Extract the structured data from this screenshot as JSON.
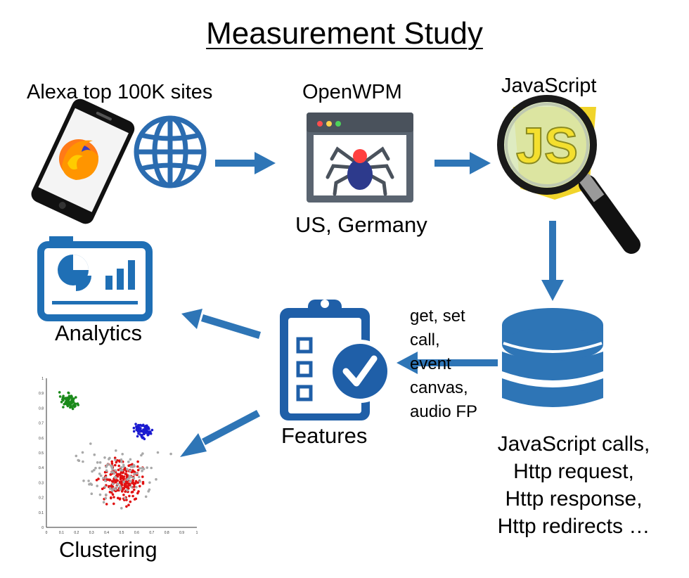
{
  "title": "Measurement Study",
  "nodes": {
    "sites": "Alexa top 100K sites",
    "crawler": "OpenWPM",
    "locations": "US, Germany",
    "javascript": "JavaScript",
    "analytics": "Analytics",
    "features": "Features",
    "clustering": "Clustering"
  },
  "feature_types": [
    "get, set",
    "call,",
    "event",
    "canvas,",
    "audio FP"
  ],
  "collected_data": [
    "JavaScript calls,",
    "Http request,",
    "Http response,",
    "Http redirects …"
  ],
  "js_logo_text": "JS",
  "scatter": {
    "axis_ticks": [
      "0",
      "0.1",
      "0.2",
      "0.3",
      "0.4",
      "0.5",
      "0.6",
      "0.7",
      "0.8",
      "0.9",
      "1"
    ],
    "cluster_colors": {
      "green": "#1a8a1a",
      "blue": "#1a1ad0",
      "red": "#e01010",
      "noise": "#a9a9a9"
    }
  },
  "colors": {
    "accent": "#2e75b6",
    "icon_blue": "#2b6cb0",
    "arrow": "#2e75b6"
  }
}
